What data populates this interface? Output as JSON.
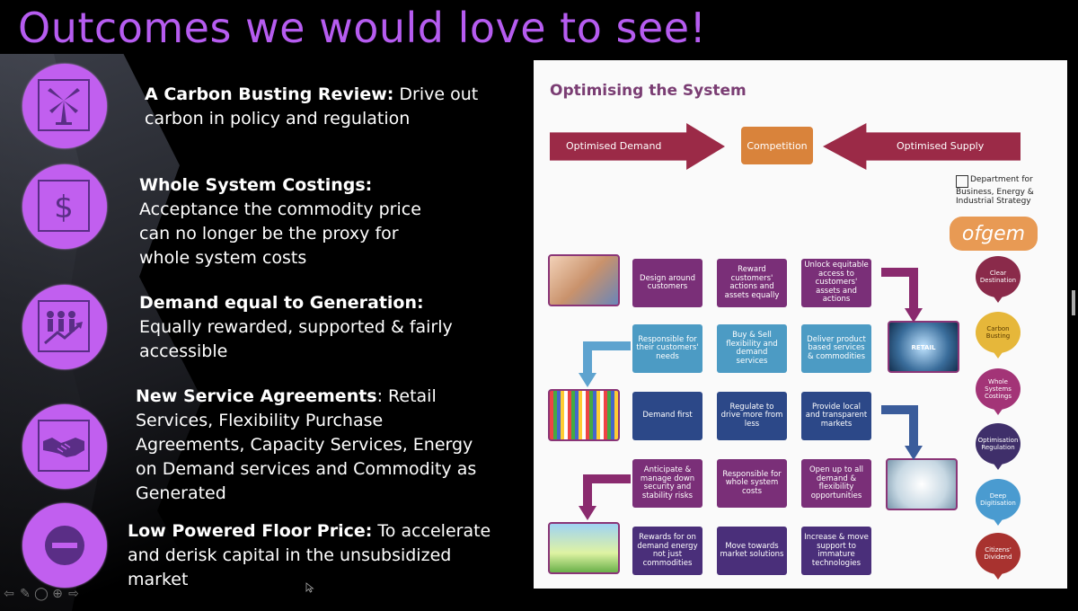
{
  "slide": {
    "title": "Outcomes we would love to see!",
    "accent_color": "#c15fef",
    "bullets": [
      {
        "icon": "windmill-icon",
        "bold": "A Carbon Busting Review:",
        "text": " Drive out carbon in policy and regulation"
      },
      {
        "icon": "dollar-icon",
        "bold": "Whole System  Costings:",
        "text": " Acceptance the commodity price can no longer be the proxy for whole system costs"
      },
      {
        "icon": "people-growth-icon",
        "bold": "Demand equal to Generation:",
        "text": " Equally rewarded, supported & fairly accessible"
      },
      {
        "icon": "handshake-icon",
        "bold": "New Service Agreements",
        "text": ": Retail Services, Flexibility Purchase Agreements, Capacity Services, Energy on Demand services and Commodity as Generated"
      },
      {
        "icon": "minus-icon",
        "bold": "Low Powered Floor Price:",
        "text": "  To accelerate and derisk capital in the unsubsidized market"
      }
    ]
  },
  "diagram": {
    "title": "Optimising the System",
    "demand_arrow": "Optimised Demand",
    "competition": "Competition",
    "supply_arrow": "Optimised Supply",
    "beis": "Department for Business, Energy & Industrial Strategy",
    "ofgem": "ofgem",
    "retail_label": "RETAIL",
    "tiles": {
      "r1c1": "Design around customers",
      "r1c2": "Reward customers' actions and assets equally",
      "r1c3": "Unlock equitable access to customers' assets and actions",
      "r2c1": "Responsible for their customers' needs",
      "r2c2": "Buy & Sell flexibility and demand services",
      "r2c3": "Deliver product based services & commodities",
      "r3c1": "Demand first",
      "r3c2": "Regulate to drive more from less",
      "r3c3": "Provide local and transparent markets",
      "r4c1": "Anticipate & manage down security and stability risks",
      "r4c2": "Responsible for whole system costs",
      "r4c3": "Open up to all demand & flexibility opportunities",
      "r5c1": "Rewards for on demand energy not just commodities",
      "r5c2": "Move towards market solutions",
      "r5c3": "Increase & move support to immature technologies"
    },
    "pins": [
      {
        "label": "Clear Destination",
        "color": "#8a2a4a"
      },
      {
        "label": "Carbon Busting",
        "color": "#e6b73a"
      },
      {
        "label": "Whole Systems Costings",
        "color": "#a33477"
      },
      {
        "label": "Optimisation Regulation",
        "color": "#3f2f6a"
      },
      {
        "label": "Deep Digitisation",
        "color": "#4a9bd0"
      },
      {
        "label": "Citizens' Dividend",
        "color": "#a8322f"
      }
    ]
  }
}
